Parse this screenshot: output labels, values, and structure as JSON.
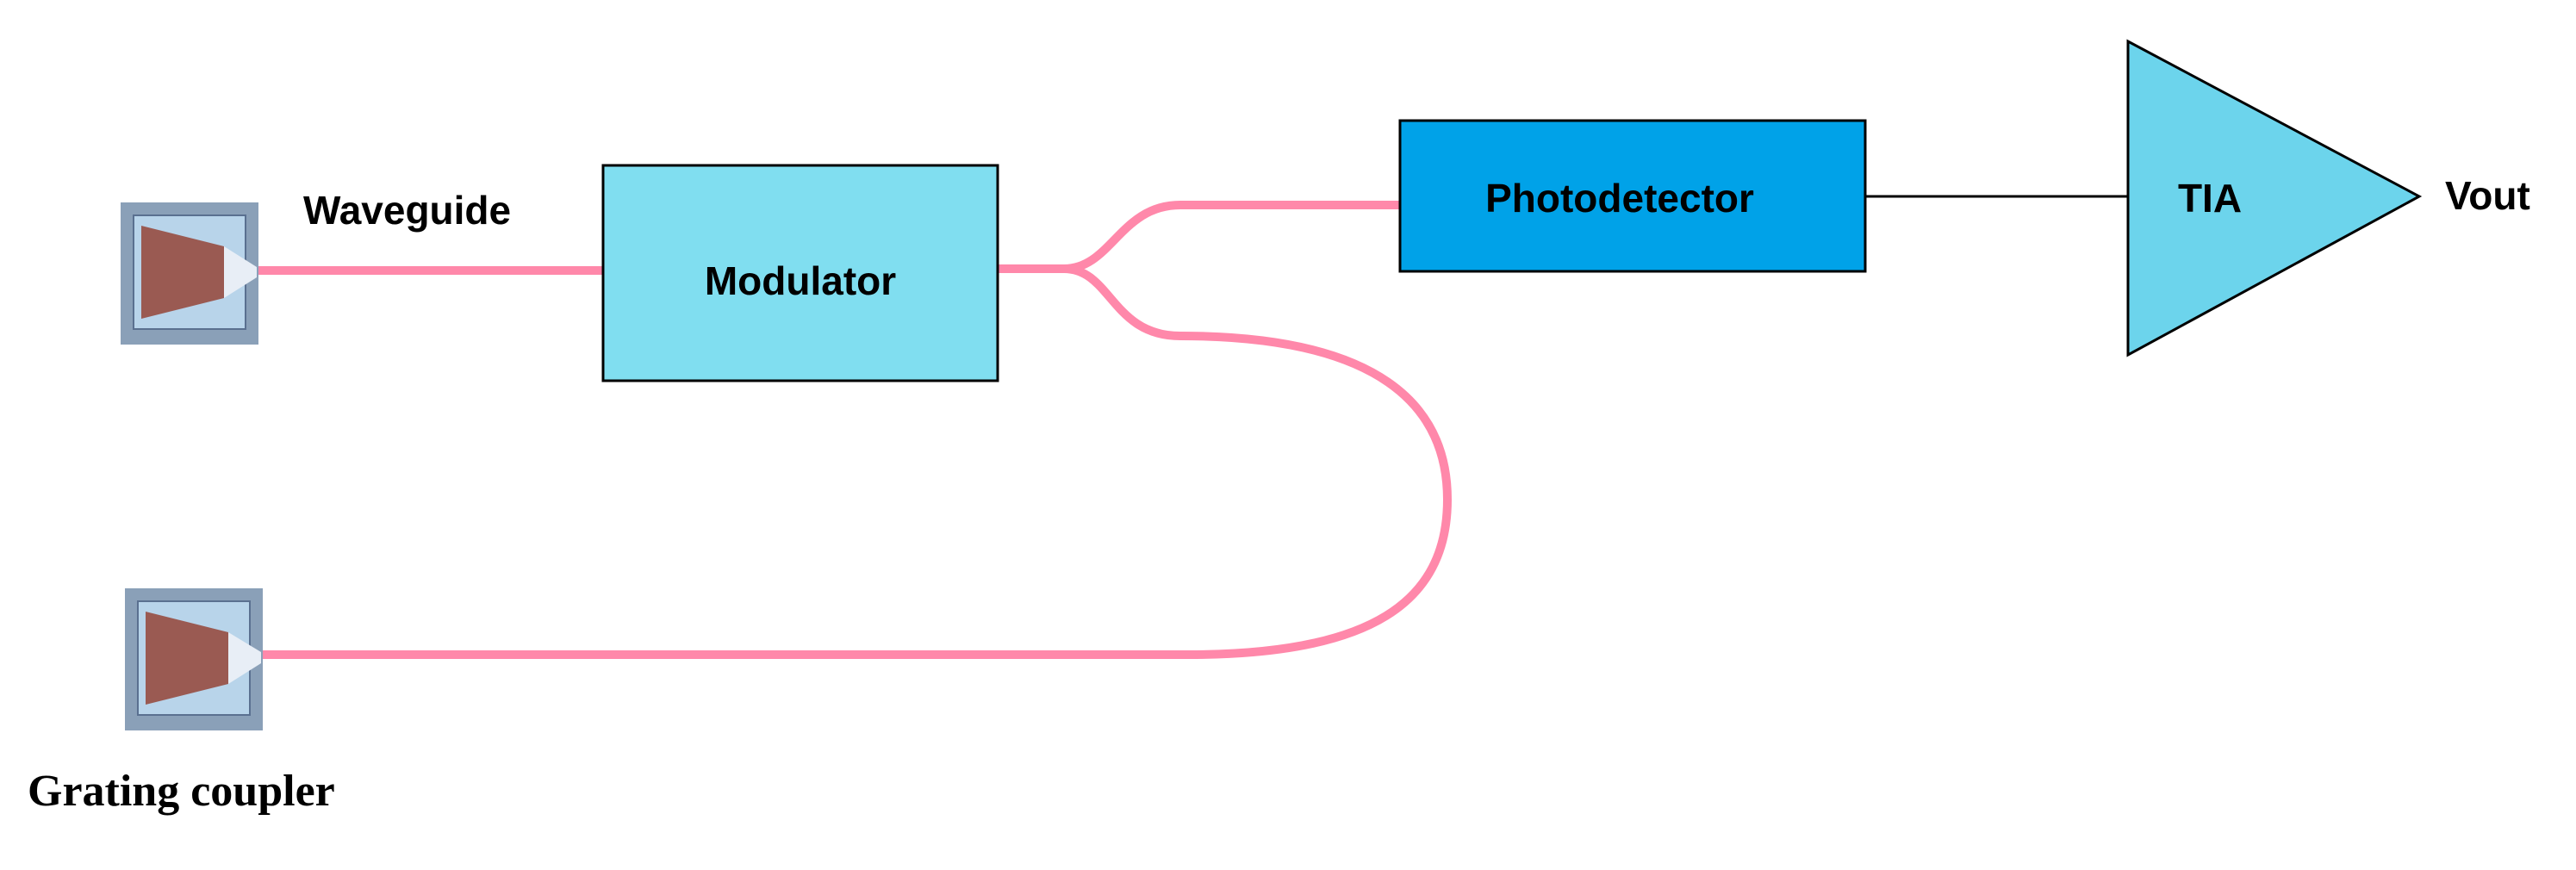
{
  "labels": {
    "waveguide": "Waveguide",
    "modulator": "Modulator",
    "photodetector": "Photodetector",
    "tia": "TIA",
    "vout": "Vout",
    "grating_coupler": "Grating coupler"
  },
  "colors": {
    "waveguide_line": "#ff88aa",
    "modulator_fill": "#80def0",
    "photodetector_fill": "#00a2e8",
    "tia_fill": "#6cd4ec",
    "coupler_frame": "#8aa0b8",
    "coupler_inner": "#b8d4ea",
    "coupler_taper": "#9a5a52",
    "wire": "#000000"
  }
}
